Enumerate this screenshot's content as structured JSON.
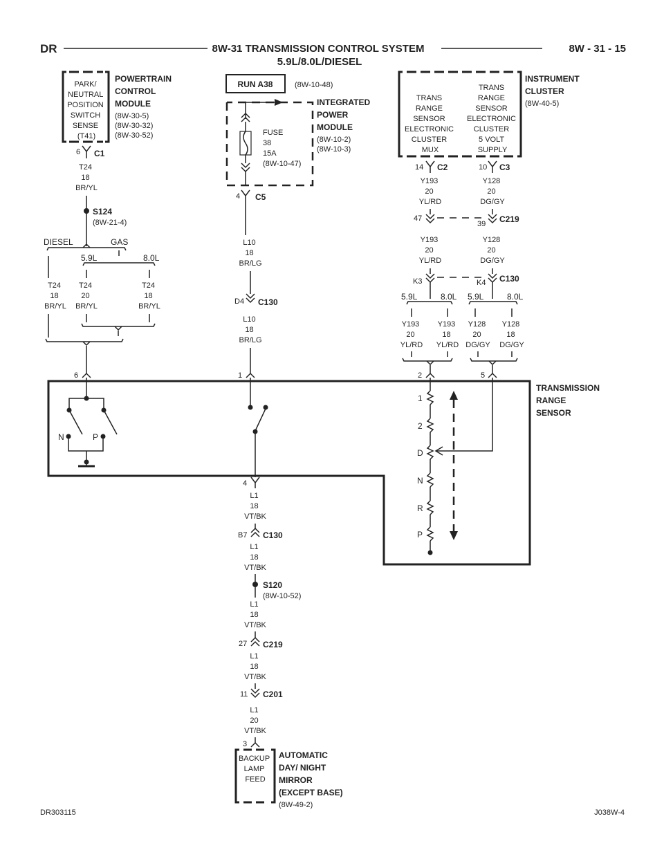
{
  "header": {
    "left": "DR",
    "title": "8W-31 TRANSMISSION CONTROL SYSTEM",
    "subtitle": "5.9L/8.0L/DIESEL",
    "right": "8W - 31 - 15"
  },
  "pcm": {
    "inner": [
      "PARK/",
      "NEUTRAL",
      "POSITION",
      "SWITCH",
      "SENSE",
      "(T41)"
    ],
    "title": [
      "POWERTRAIN",
      "CONTROL",
      "MODULE"
    ],
    "refs": [
      "(8W-30-5)",
      "(8W-30-32)",
      "(8W-30-52)"
    ],
    "pin": "6",
    "conn": "C1",
    "wire": [
      "T24",
      "18",
      "BR/YL"
    ]
  },
  "splice_s124": {
    "label": "S124",
    "ref": "(8W-21-4)"
  },
  "branch_left": {
    "diesel": "DIESEL",
    "gas": "GAS",
    "l59": "5.9L",
    "l80": "8.0L",
    "w_diesel": [
      "T24",
      "18",
      "BR/YL"
    ],
    "w_59": [
      "T24",
      "20",
      "BR/YL"
    ],
    "w_80": [
      "T24",
      "18",
      "BR/YL"
    ]
  },
  "ipm": {
    "run": "RUN A38",
    "run_ref": "(8W-10-48)",
    "fuse": [
      "FUSE",
      "38",
      "15A",
      "(8W-10-47)"
    ],
    "title": [
      "INTEGRATED",
      "POWER",
      "MODULE"
    ],
    "refs": [
      "(8W-10-2)",
      "(8W-10-3)"
    ],
    "pin": "4",
    "conn": "C5",
    "wire1": [
      "L10",
      "18",
      "BR/LG"
    ],
    "c130_pin": "D4",
    "c130": "C130",
    "wire2": [
      "L10",
      "18",
      "BR/LG"
    ]
  },
  "cluster": {
    "box1": [
      "TRANS",
      "RANGE",
      "SENSOR",
      "ELECTRONIC",
      "CLUSTER",
      "MUX"
    ],
    "box2": [
      "TRANS",
      "RANGE",
      "SENSOR",
      "ELECTRONIC",
      "CLUSTER",
      "5 VOLT",
      "SUPPLY"
    ],
    "title": [
      "INSTRUMENT",
      "CLUSTER"
    ],
    "ref": "(8W-40-5)",
    "pin1": "14",
    "conn1": "C2",
    "pin2": "10",
    "conn2": "C3",
    "w1": [
      "Y193",
      "20",
      "YL/RD"
    ],
    "w2": [
      "Y128",
      "20",
      "DG/GY"
    ],
    "c219_pin1": "47",
    "c219_pin2": "39",
    "c219": "C219",
    "w3": [
      "Y193",
      "20",
      "YL/RD"
    ],
    "w4": [
      "Y128",
      "20",
      "DG/GY"
    ],
    "c130_pin1": "K3",
    "c130_pin2": "K4",
    "c130": "C130",
    "l59a": "5.9L",
    "l80a": "8.0L",
    "l59b": "5.9L",
    "l80b": "8.0L",
    "w5": [
      "Y193",
      "20",
      "YL/RD"
    ],
    "w6": [
      "Y193",
      "18",
      "YL/RD"
    ],
    "w7": [
      "Y128",
      "20",
      "DG/GY"
    ],
    "w8": [
      "Y128",
      "18",
      "DG/GY"
    ]
  },
  "trs": {
    "title": [
      "TRANSMISSION",
      "RANGE",
      "SENSOR"
    ],
    "pin6": "6",
    "pin1": "1",
    "pin2": "2",
    "pin5": "5",
    "pin4": "4",
    "n": "N",
    "p": "P",
    "positions": [
      "1",
      "2",
      "D",
      "N",
      "R",
      "P"
    ]
  },
  "lower": {
    "w1": [
      "L1",
      "18",
      "VT/BK"
    ],
    "c130_pin": "B7",
    "c130": "C130",
    "w2": [
      "L1",
      "18",
      "VT/BK"
    ],
    "s120": "S120",
    "s120_ref": "(8W-10-52)",
    "w3": [
      "L1",
      "18",
      "VT/BK"
    ],
    "c219_pin": "27",
    "c219": "C219",
    "w4": [
      "L1",
      "18",
      "VT/BK"
    ],
    "c201_pin": "11",
    "c201": "C201",
    "w5": [
      "L1",
      "20",
      "VT/BK"
    ],
    "pin3": "3"
  },
  "mirror": {
    "inner": [
      "BACKUP",
      "LAMP",
      "FEED"
    ],
    "title": [
      "AUTOMATIC",
      "DAY/ NIGHT",
      "MIRROR",
      "(EXCEPT BASE)"
    ],
    "ref": "(8W-49-2)"
  },
  "footer": {
    "left": "DR303115",
    "right": "J038W-4"
  }
}
